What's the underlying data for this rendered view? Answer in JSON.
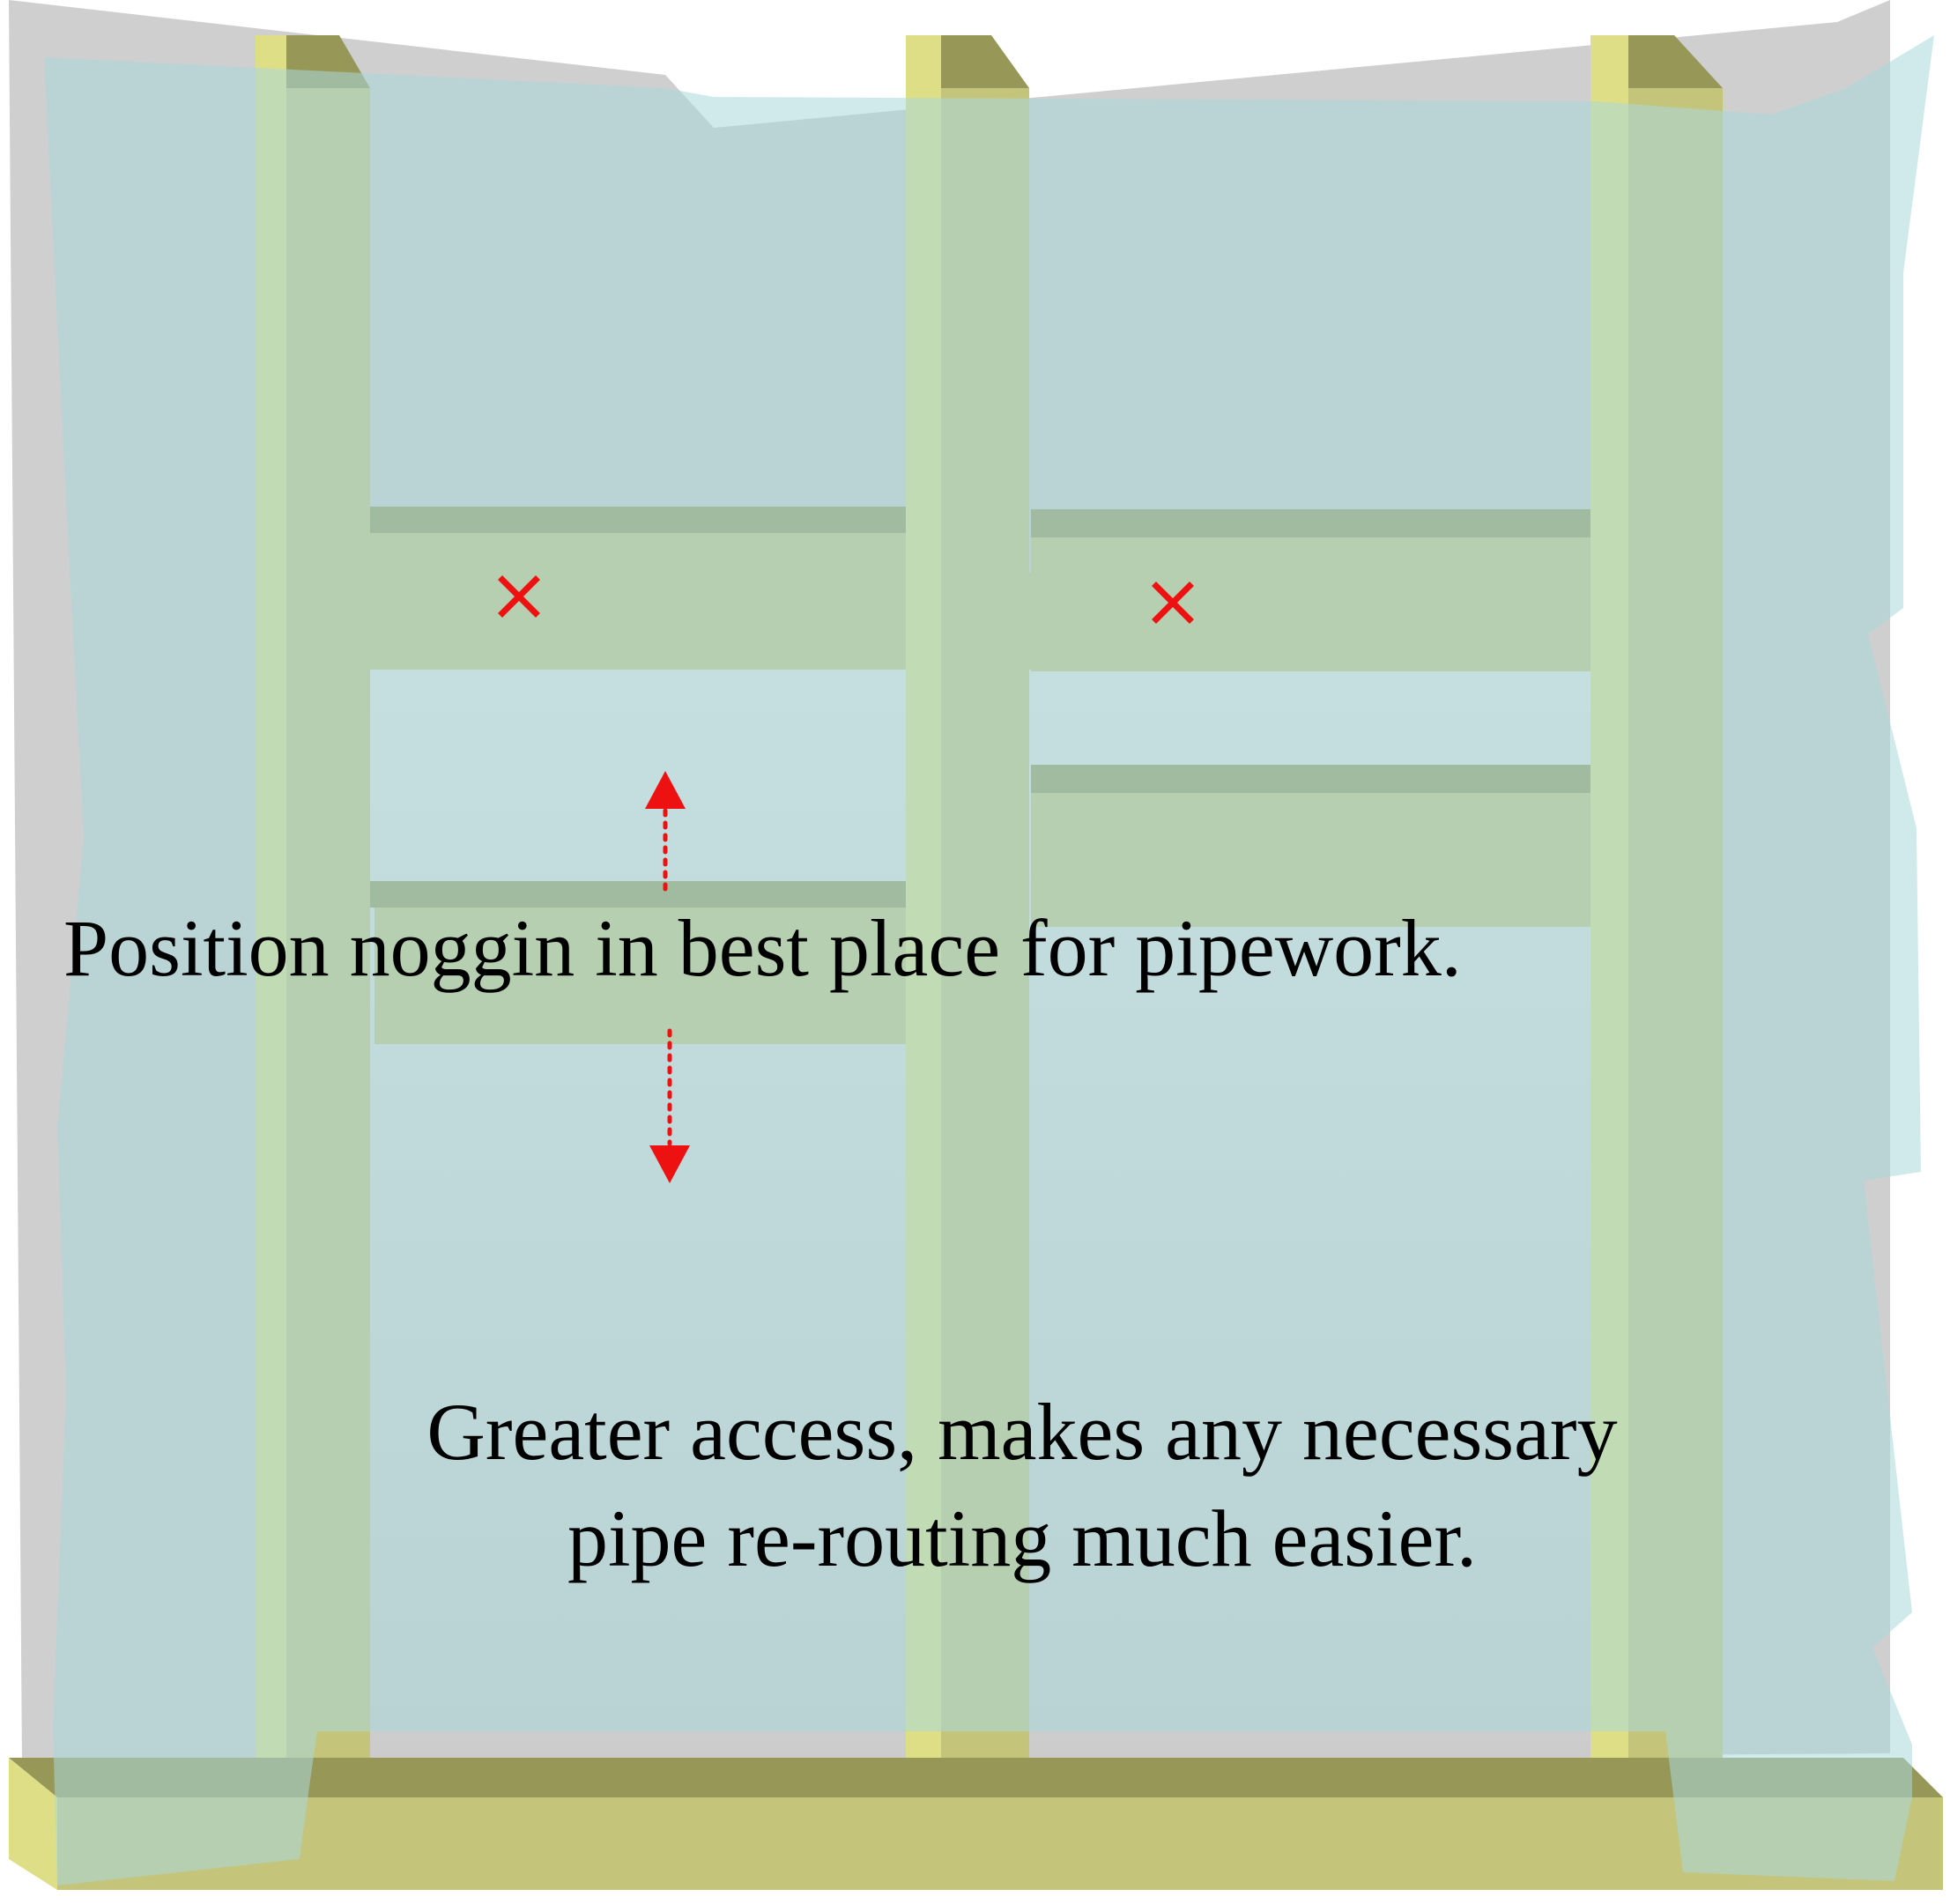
{
  "captions": {
    "main": "Position noggin in best place for pipework.",
    "secondary_line1": "Greater access, makes any necessary",
    "secondary_line2": "pipe re-routing much easier."
  },
  "markers": {
    "cross_symbol": "×"
  },
  "colors": {
    "background_wall": "#cfcfcf",
    "cavity_light": "#e6e6e6",
    "cavity_dark": "#cdcdcd",
    "timber_face": "#c4c47a",
    "timber_side": "#dede86",
    "timber_top": "#979758",
    "board_overlay": "#a9d8dc",
    "marker_red": "#ee1111"
  },
  "icons": {
    "arrow_up": "arrow-up-icon",
    "arrow_down": "arrow-down-icon",
    "cross": "cross-icon"
  }
}
